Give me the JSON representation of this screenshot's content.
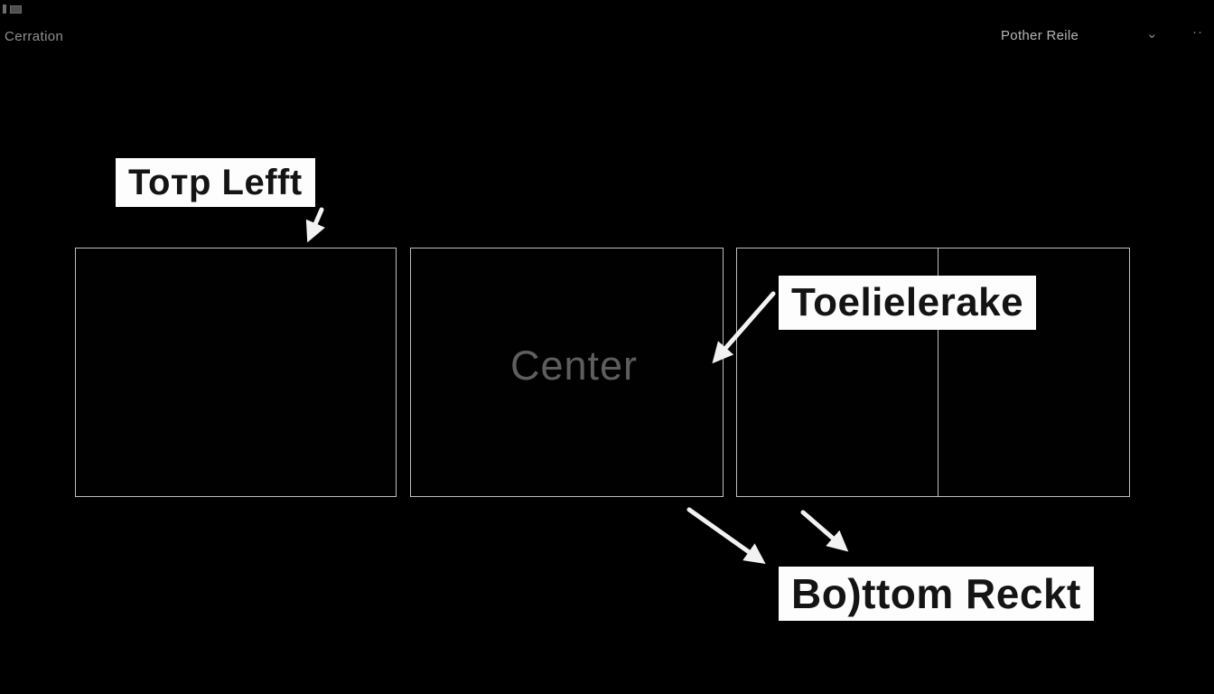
{
  "colors": {
    "background": "#000000",
    "box_border": "#bfbfbf",
    "label_bg": "#fdfdfd",
    "label_text": "#141414",
    "center_text": "#5e5e5e",
    "header_left_text": "#909090",
    "header_right_text": "#b5b5b5",
    "icon_dim": "#6e6e6e",
    "arrow": "#f2f2f2"
  },
  "header": {
    "app_title": "Cerration",
    "dropdown_label": "Pother Reile",
    "chevron_icon": "⌄",
    "more_icon": "··"
  },
  "canvas": {
    "center_label": "Center",
    "callouts": {
      "top_left": "Toтp Lefft",
      "right": "Toelielerake",
      "bottom_right": "Bo)ttom Reckt"
    }
  }
}
